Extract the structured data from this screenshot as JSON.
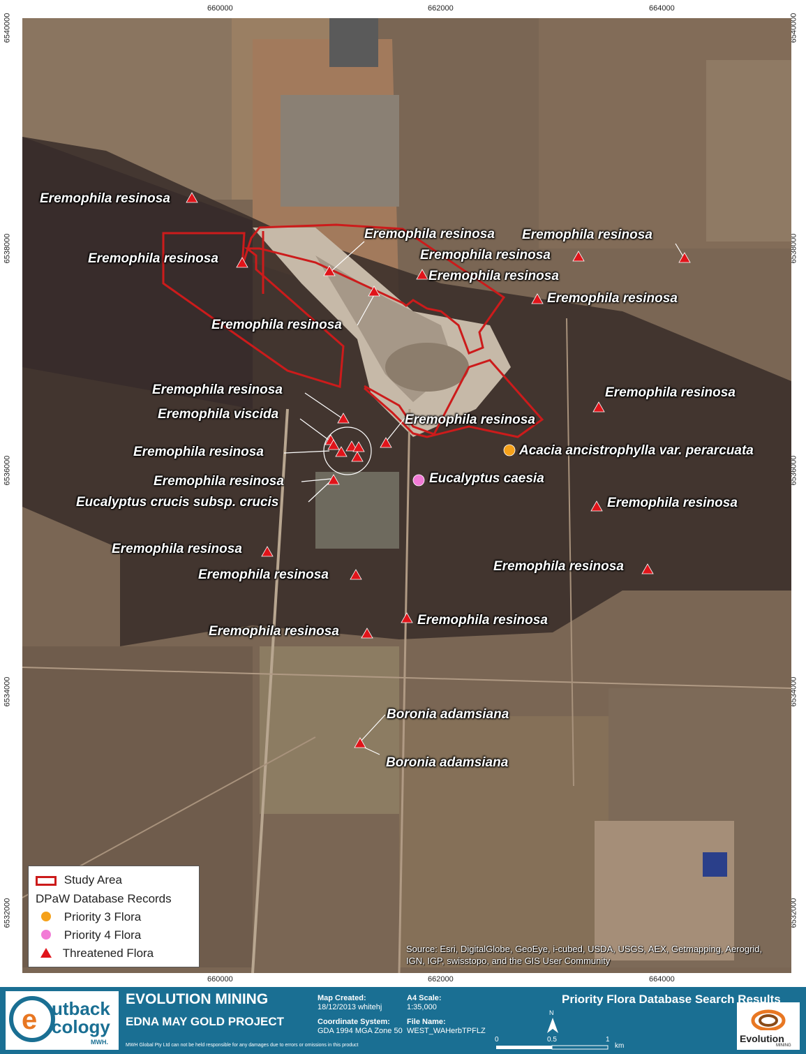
{
  "map": {
    "easting_ticks": [
      "660000",
      "662000",
      "664000"
    ],
    "northing_ticks": [
      "6540000",
      "6538000",
      "6536000",
      "6534000",
      "6532000"
    ],
    "colors": {
      "study_area": "#cc1b1b",
      "priority3": "#f5a11a",
      "priority4": "#f27bd6",
      "threatened": "#e0141a"
    },
    "labels": [
      {
        "text": "Eremophila resinosa"
      },
      {
        "text": "Eremophila resinosa"
      },
      {
        "text": "Eremophila resinosa"
      },
      {
        "text": "Eremophila resinosa"
      },
      {
        "text": "Eremophila resinosa"
      },
      {
        "text": "Eremophila resinosa"
      },
      {
        "text": "Eremophila resinosa"
      },
      {
        "text": "Eremophila resinosa"
      },
      {
        "text": "Eremophila resinosa"
      },
      {
        "text": "Eremophila resinosa"
      },
      {
        "text": "Eremophila viscida"
      },
      {
        "text": "Eremophila resinosa"
      },
      {
        "text": "Eremophila resinosa"
      },
      {
        "text": "Acacia ancistrophylla var. perarcuata"
      },
      {
        "text": "Eremophila resinosa"
      },
      {
        "text": "Eucalyptus caesia"
      },
      {
        "text": "Eucalyptus crucis subsp. crucis"
      },
      {
        "text": "Eremophila resinosa"
      },
      {
        "text": "Eremophila resinosa"
      },
      {
        "text": "Eremophila resinosa"
      },
      {
        "text": "Eremophila resinosa"
      },
      {
        "text": "Eremophila resinosa"
      },
      {
        "text": "Eremophila resinosa"
      },
      {
        "text": "Boronia adamsiana"
      },
      {
        "text": "Boronia adamsiana"
      }
    ],
    "source": "Source: Esri, DigitalGlobe, GeoEye, i-cubed, USDA, USGS, AEX, Getmapping, Aerogrid, IGN, IGP, swisstopo, and the GIS User Community"
  },
  "legend": {
    "study_area": "Study Area",
    "heading": "DPaW Database Records",
    "priority3": "Priority 3 Flora",
    "priority4": "Priority 4 Flora",
    "threatened": "Threatened Flora"
  },
  "footer": {
    "logo_line1": "utback",
    "logo_line2": "cology",
    "logo_sub": "MWH.",
    "company": "EVOLUTION MINING",
    "project": "EDNA MAY GOLD PROJECT",
    "disclaimer": "MWH Global Pty Ltd can not be held responsible for any damages due to errors or omissions in this product",
    "map_created_label": "Map Created:",
    "map_created_value": "18/12/2013  whitehj",
    "coord_label": "Coordinate System:",
    "coord_value": "GDA 1994 MGA Zone 50",
    "scale_label": "A4 Scale:",
    "scale_value": "1:35,000",
    "file_label": "File Name:",
    "file_value": "WEST_WAHerbTPFLZ",
    "scalebar": [
      "0",
      "0.5",
      "1"
    ],
    "scalebar_unit": "km",
    "north": "N",
    "title": "Priority Flora Database Search Results",
    "evo_logo": "Evolution",
    "evo_logo_sub": "MINING"
  }
}
